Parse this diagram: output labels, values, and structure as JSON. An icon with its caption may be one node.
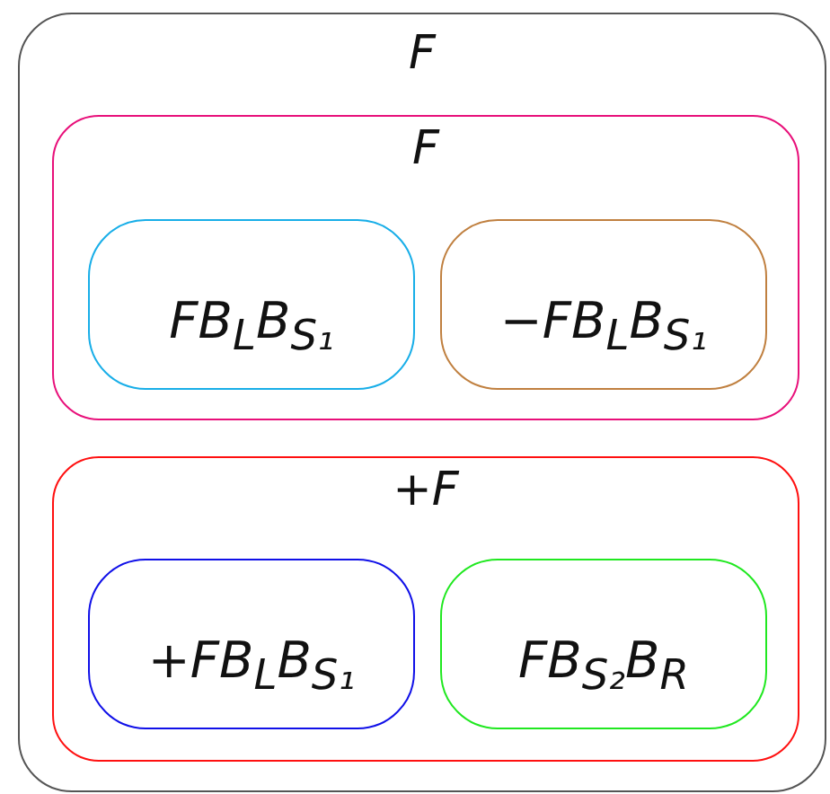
{
  "diagram": {
    "nodes": [
      {
        "text": [
          "F"
        ]
      },
      {
        "text": [
          "F"
        ],
        "in": 0
      },
      {
        "text": [
          "FB$_{L}$B$_{S₁}$"
        ],
        "in": 1
      },
      {
        "text": [
          "−FB$_{L}$B$_{S₁}$"
        ],
        "in": 1
      },
      {
        "text": [
          "+F"
        ],
        "in": 0
      },
      {
        "text": [
          "+FB$_{L}$B$_{S₁}$"
        ],
        "in": 4
      },
      {
        "text": [
          "FB$_{S₂}$B$_{R}$"
        ],
        "in": 4
      }
    ]
  }
}
